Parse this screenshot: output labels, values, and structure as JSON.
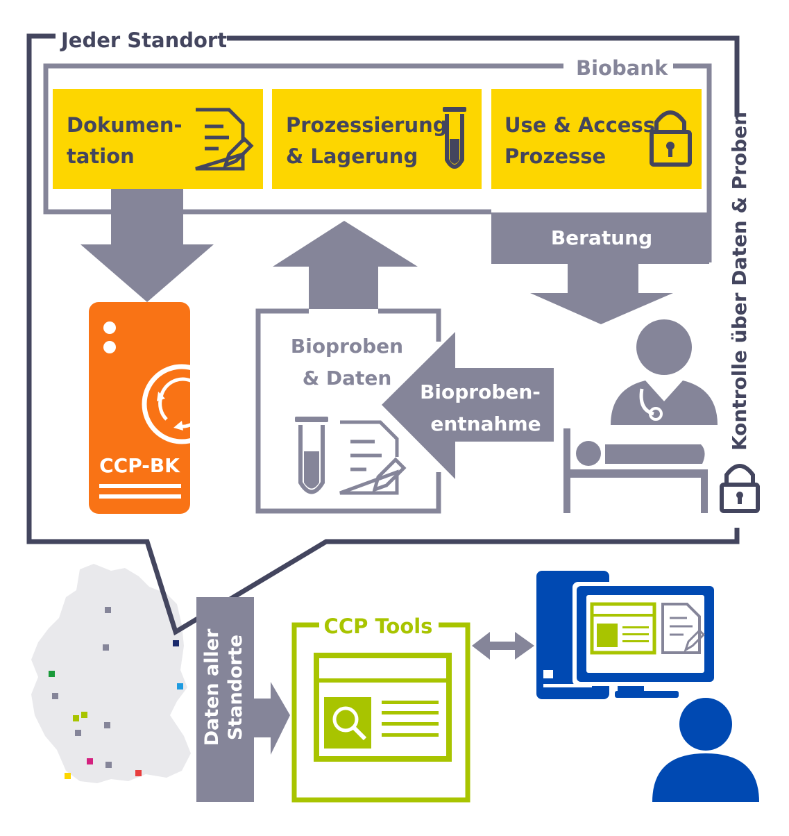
{
  "site_frame": {
    "title": "Jeder Standort"
  },
  "biobank": {
    "title": "Biobank"
  },
  "process_boxes": [
    {
      "line1": "Dokumen-",
      "line2": "tation",
      "icon": "document-icon"
    },
    {
      "line1": "Prozessierung",
      "line2": "& Lagerung",
      "icon": "test-tube-icon"
    },
    {
      "line1": "Use & Access",
      "line2": "Prozesse",
      "icon": "lock-icon"
    }
  ],
  "beratung": "Beratung",
  "samples": {
    "line1": "Bioproben",
    "line2": "& Daten"
  },
  "sampling": {
    "line1": "Bioproben-",
    "line2": "entnahme"
  },
  "server": {
    "label": "CCP-BK"
  },
  "control": {
    "label": "Kontrolle über Daten & Proben"
  },
  "all_sites": {
    "line1": "Daten aller",
    "line2": "Standorte"
  },
  "tools": {
    "title": "CCP Tools"
  },
  "colors": {
    "frame": "#43455e",
    "gray": "#858599",
    "yellow": "#fdd600",
    "orange": "#f97315",
    "green": "#a8c400",
    "blue": "#0049b2",
    "map": "#e9e9ec"
  }
}
